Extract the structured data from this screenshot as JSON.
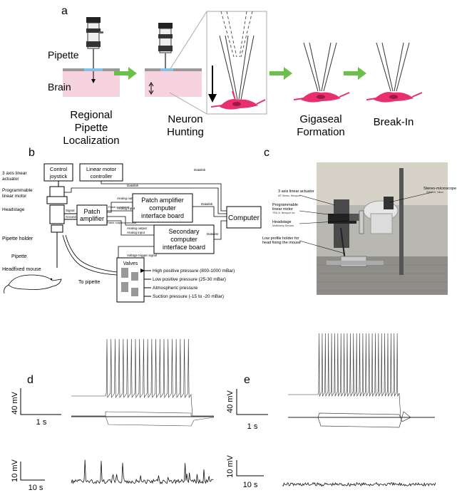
{
  "panel_a": {
    "label": "a",
    "pipette_label": "Pipette",
    "brain_label": "Brain",
    "step1": [
      "Regional",
      "Pipette",
      "Localization"
    ],
    "step2": [
      "Neuron",
      "Hunting"
    ],
    "step3": [
      "Gigaseal",
      "Formation"
    ],
    "step4": "Break-In",
    "colors": {
      "arrow": "#6cbf4a",
      "tissue": "#f7d3df",
      "neuron": "#e8306e",
      "surface_blue": "#7fc3e8"
    }
  },
  "panel_b": {
    "label": "b",
    "control_joystick": [
      "Control",
      "joystick"
    ],
    "linear_motor_controller": [
      "Linear motor",
      "controller"
    ],
    "axis_actuator": [
      "3 axis linear",
      "actuator"
    ],
    "programmable_motor": [
      "Programmable",
      "linear motor"
    ],
    "headstage": "Headstage",
    "patch_amplifier": [
      "Patch",
      "amplifier"
    ],
    "patch_interface": [
      "Patch amplifier",
      "computer",
      "interface board"
    ],
    "secondary_interface": [
      "Secondary",
      "computer",
      "interface board"
    ],
    "computer": "Computer",
    "pipette_holder": "Pipette holder",
    "pipette": "Pipette",
    "headfixed_mouse": "Headfixed mouse",
    "to_pipette": "To pipette",
    "valves": "Valves",
    "pressures": [
      "High positive pressure (800-1000 mBar)",
      "Low positive pressure (25-30 mBar)",
      "Atmospheric pressure",
      "Suction pressure (-15 to -20 mBar)"
    ],
    "small_labels": {
      "datalink_top": "Datalink",
      "datalink_mid": "Datalink",
      "datalink_right": "Datalink",
      "dataline": "Dataline",
      "signal": "Signal",
      "ground": "Ground",
      "analog_out": "Analog out",
      "analog_input": "Analog input",
      "patch_command": "Patch command",
      "patch_output": "Patch output/command",
      "analog_output": "Analog output",
      "analog_input2": "Analog input",
      "voltage_trigger": "Voltage trigger signal"
    }
  },
  "panel_c": {
    "label": "c",
    "axis_actuator": "3 axis linear actuator",
    "axis_actuator_sub": "MT Series, Newport",
    "programmable_motor": [
      "Programmable",
      "linear motor"
    ],
    "programmable_motor_sub": "TRA Vi, Newport Inc",
    "headstage": "Headstage",
    "headstage_sub": "Multiclamp Devices",
    "holder": [
      "Low profile holder for",
      "head fixing the mouse"
    ],
    "stereo": "Stereo-microscope",
    "stereo_sub": "SMZ800, Nikon"
  },
  "panel_d": {
    "label": "d",
    "scale_top_v": "40 mV",
    "scale_top_t": "1 s",
    "scale_bot_v": "10 mV",
    "scale_bot_t": "10 s"
  },
  "panel_e": {
    "label": "e",
    "scale_top_v": "40 mV",
    "scale_top_t": "1 s",
    "scale_bot_v": "10 mV",
    "scale_bot_t": "10 s"
  }
}
